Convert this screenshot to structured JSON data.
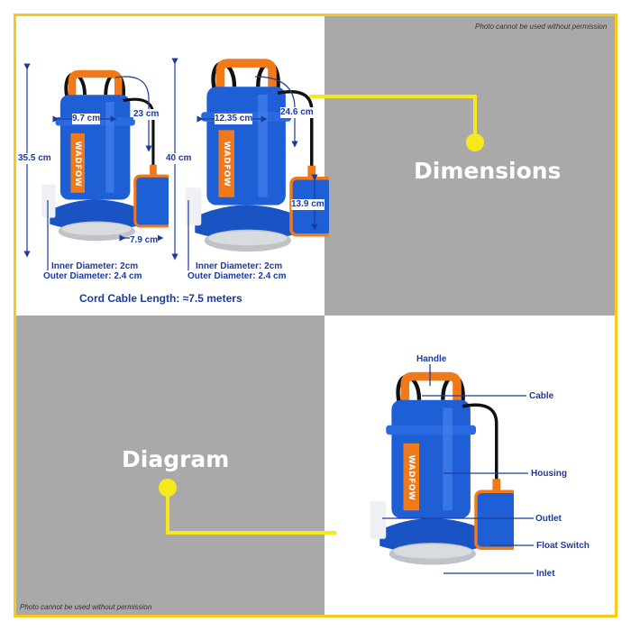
{
  "notices": {
    "top": "Photo cannot be used without permission",
    "bottom": "Photo cannot be used without permission"
  },
  "sections": {
    "dimensions": "Dimensions",
    "diagram": "Diagram"
  },
  "brand": "WADFOW",
  "dimensions": {
    "small_pump": {
      "height": "35.5 cm",
      "width": "9.7 cm",
      "float_cable": "23 cm",
      "float_width": "7.9 cm",
      "inner_diameter": "Inner Diameter: 2cm",
      "outer_diameter": "Outer Diameter: 2.4 cm"
    },
    "large_pump": {
      "height": "40 cm",
      "width": "12.35 cm",
      "float_cable": "24.6 cm",
      "float_height": "13.9 cm",
      "inner_diameter": "Inner Diameter: 2cm",
      "outer_diameter": "Outer Diameter: 2.4 cm"
    },
    "cord_length": "Cord Cable Length: ≈7.5 meters"
  },
  "parts": {
    "handle": "Handle",
    "cable": "Cable",
    "housing": "Housing",
    "outlet": "Outlet",
    "float_switch": "Float Switch",
    "inlet": "Inlet"
  },
  "colors": {
    "accent_yellow": "#f6c91b",
    "label_blue": "#1d3a9e",
    "pump_blue": "#1f5fd6",
    "pump_orange": "#f07a1a",
    "panel_gray": "#a9a9a9"
  }
}
